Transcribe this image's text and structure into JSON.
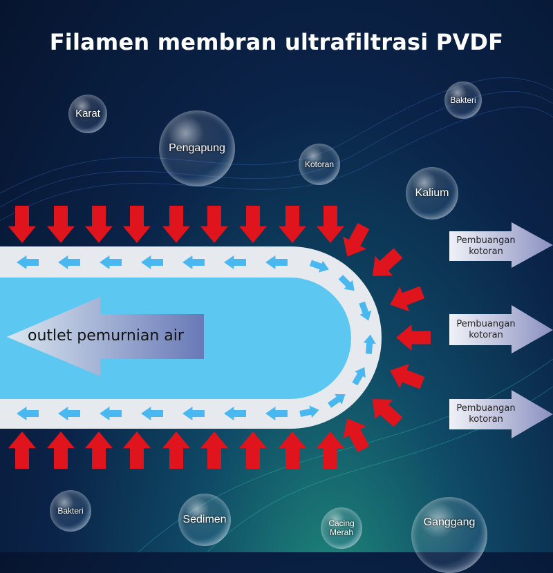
{
  "title": "Filamen membran ultrafiltrasi PVDF",
  "contaminants": {
    "karat": "Karat",
    "pengapung": "Pengapung",
    "kotoran": "Kotoran",
    "bakteri_top": "Bakteri",
    "kalium": "Kalium",
    "bakteri_bottom": "Bakteri",
    "sedimen": "Sedimen",
    "cacing_merah": "Cacing Merah",
    "ganggang": "Ganggang"
  },
  "outlet_label": "outlet pemurnian air",
  "waste_outputs": [
    {
      "label": "Pembuangan kotoran"
    },
    {
      "label": "Pembuangan kotoran"
    },
    {
      "label": "Pembuangan kotoran"
    }
  ],
  "colors": {
    "pressure_arrow": "#e0141c",
    "flow_arrow": "#4ab8f0",
    "water": "#5cc8f2",
    "membrane": "#e6e9ee"
  }
}
